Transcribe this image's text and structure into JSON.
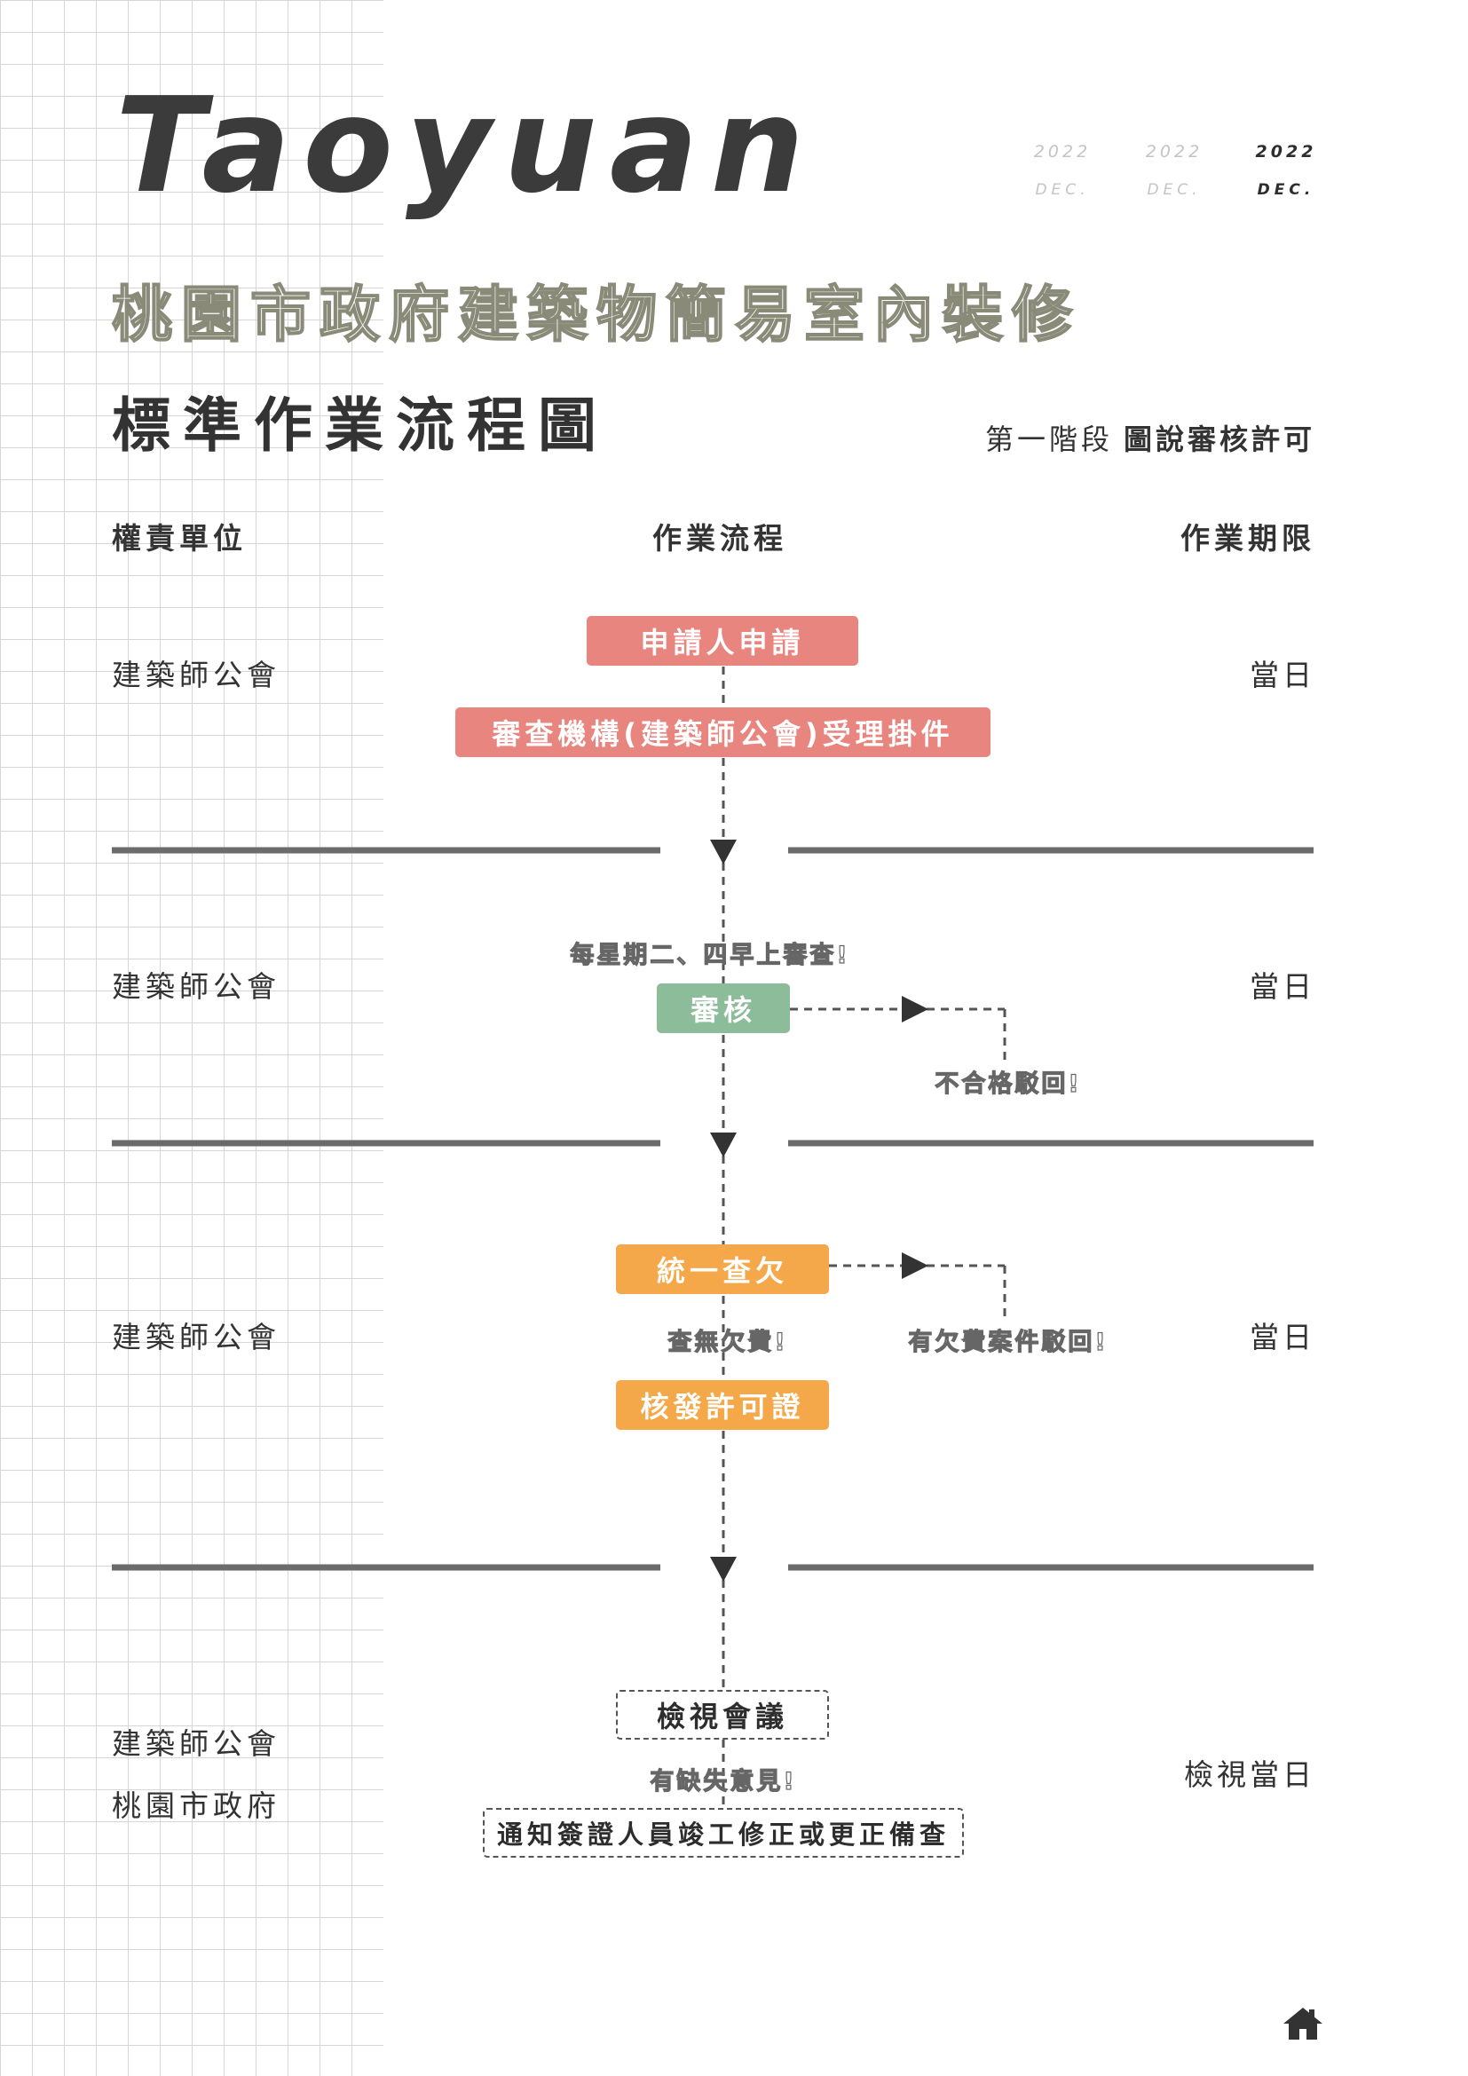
{
  "header": {
    "brand": "Taoyuan",
    "dates": [
      {
        "year": "2022",
        "month": "DEC."
      },
      {
        "year": "2022",
        "month": "DEC."
      },
      {
        "year": "2022",
        "month": "DEC."
      }
    ],
    "title_line1": "桃園市政府建築物簡易室內裝修",
    "title_line2": "標準作業流程圖",
    "stage_label": "第一階段",
    "stage_name": "圖說審核許可"
  },
  "columns": {
    "unit": "權責單位",
    "process": "作業流程",
    "deadline": "作業期限"
  },
  "sections": [
    {
      "units": [
        "建築師公會"
      ],
      "deadline": "當日"
    },
    {
      "units": [
        "建築師公會"
      ],
      "deadline": "當日"
    },
    {
      "units": [
        "建築師公會"
      ],
      "deadline": "當日"
    },
    {
      "units": [
        "建築師公會",
        "桃園市政府"
      ],
      "deadline": "檢視當日"
    }
  ],
  "steps": {
    "apply": "申請人申請",
    "accept": "審查機構(建築師公會)受理掛件",
    "review": "審核",
    "check_debt": "統一查欠",
    "issue_permit": "核發許可證",
    "meeting": "檢視會議",
    "notify": "通知簽證人員竣工修正或更正備查"
  },
  "notes": {
    "review_schedule": "每星期二、四早上審查!",
    "review_reject": "不合格駁回!",
    "no_debt": "查無欠費!",
    "debt_reject": "有欠費案件駁回!",
    "deficiency": "有缺失意見!"
  },
  "colors": {
    "pink": "#e8857f",
    "green": "#8dbc9b",
    "orange": "#f5a849",
    "line": "#6b6b6b",
    "grid": "#d6d6d6"
  },
  "icons": {
    "home": "home-icon"
  }
}
